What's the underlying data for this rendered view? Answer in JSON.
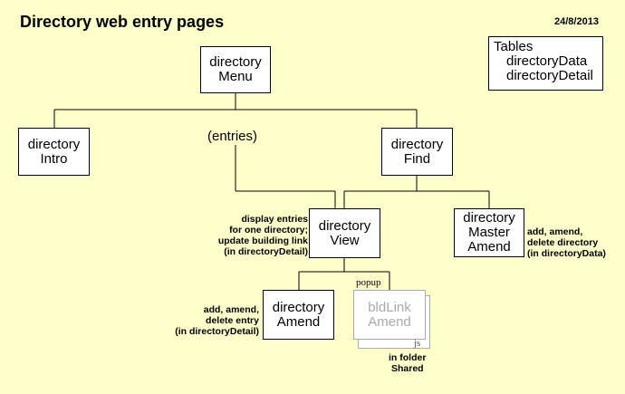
{
  "title": "Directory web entry pages",
  "date": "24/8/2013",
  "tables": {
    "heading": "Tables",
    "items": [
      "directoryData",
      "directoryDetail"
    ]
  },
  "boxes": {
    "menu": [
      "directory",
      "Menu"
    ],
    "intro": [
      "directory",
      "Intro"
    ],
    "find": [
      "directory",
      "Find"
    ],
    "view": [
      "directory",
      "View"
    ],
    "master_amend": [
      "directory",
      "Master",
      "Amend"
    ],
    "amend": [
      "directory",
      "Amend"
    ],
    "bldlink": [
      "bldLink",
      "Amend"
    ]
  },
  "labels": {
    "entries": "(entries)",
    "popup": "popup",
    "js": "js"
  },
  "notes": {
    "view": [
      "display entries",
      "for one directory;",
      "update building link",
      "(in directoryDetail)"
    ],
    "master_amend": [
      "add, amend,",
      "delete directory",
      "(in directoryData)"
    ],
    "amend": [
      "add, amend,",
      "delete entry",
      "(in directoryDetail)"
    ],
    "shared": [
      "in folder",
      "Shared"
    ]
  }
}
